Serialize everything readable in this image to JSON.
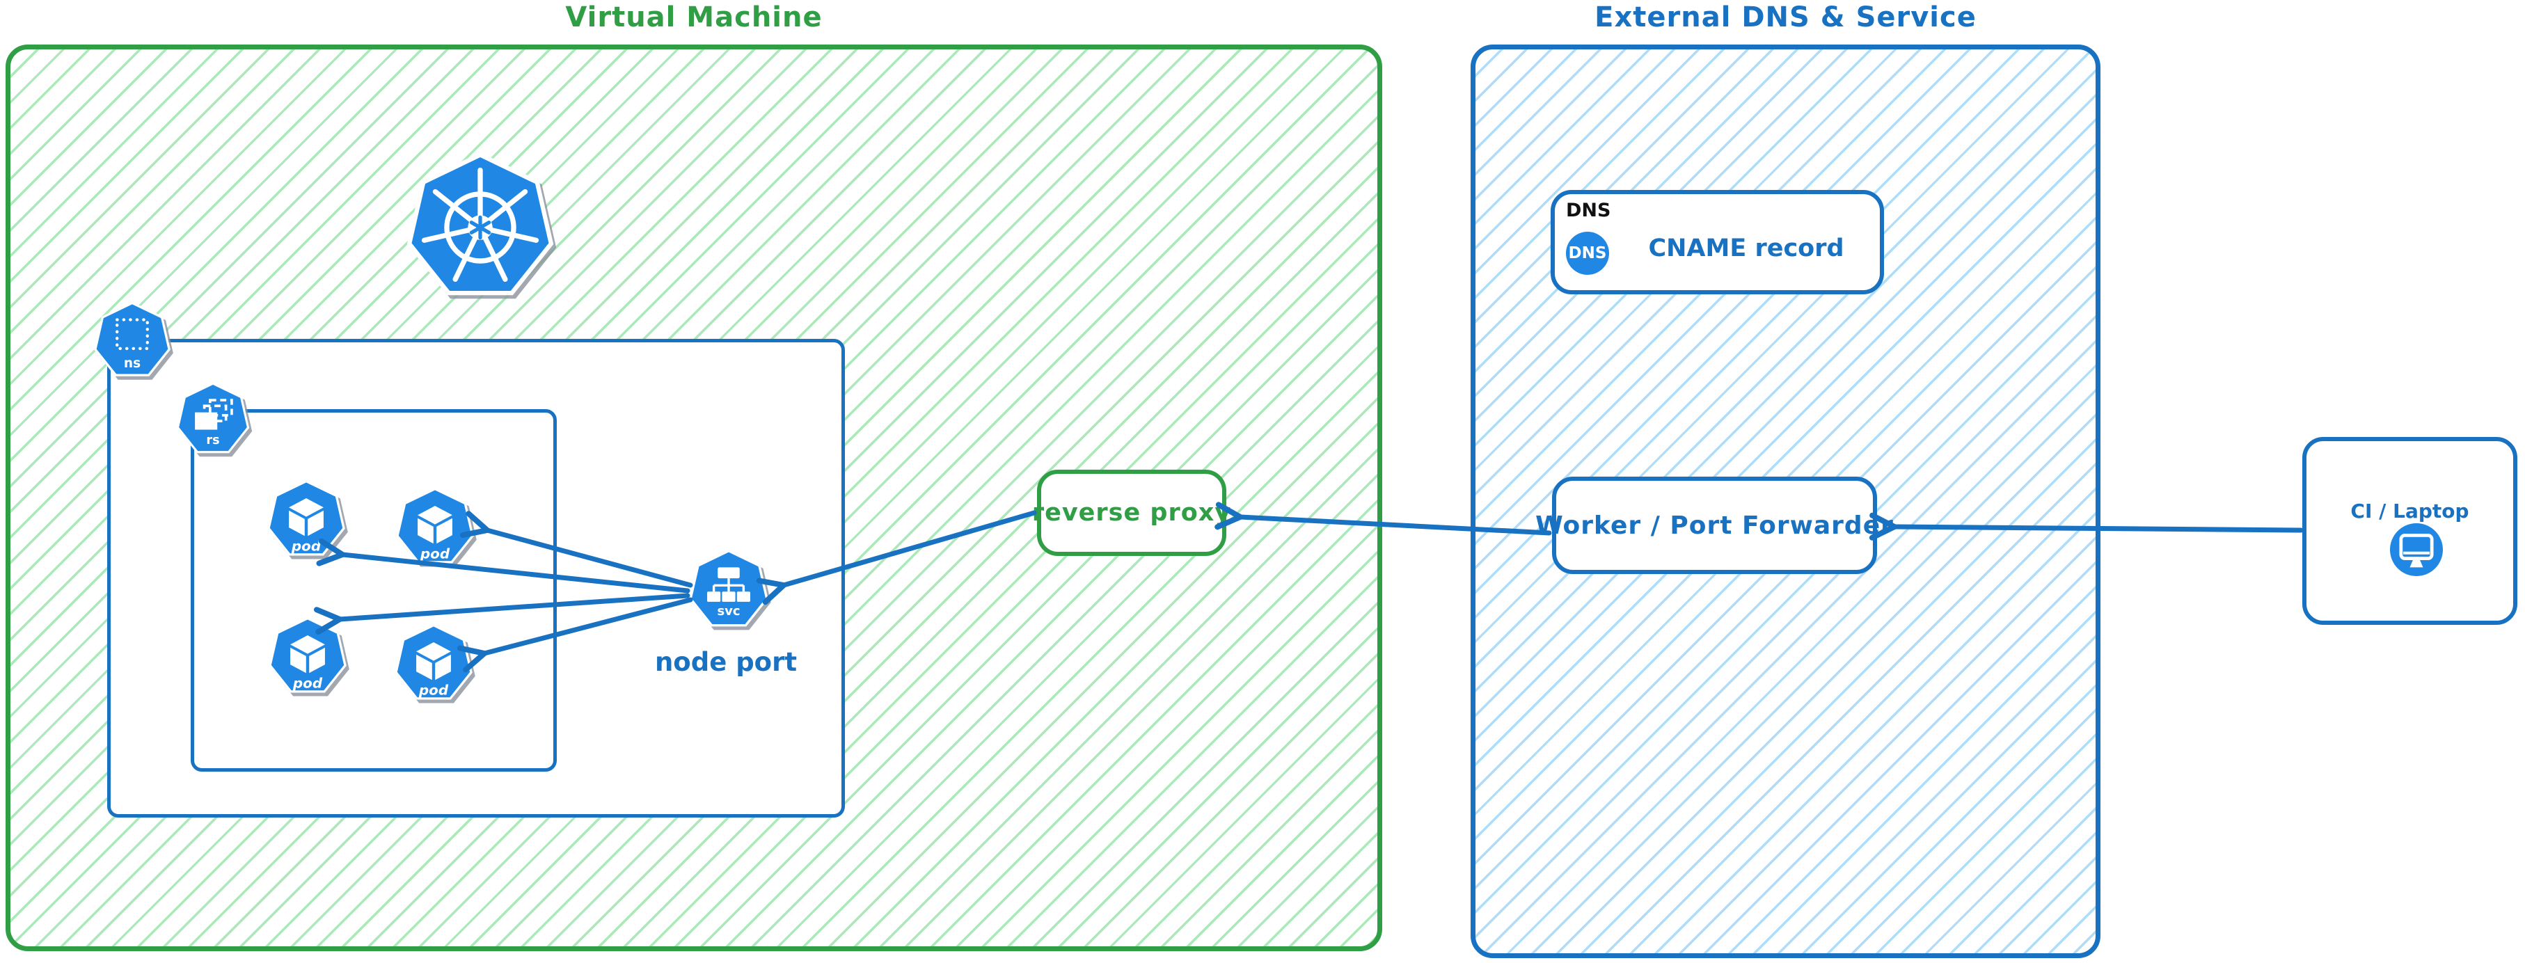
{
  "colors": {
    "green_stroke": "#2f9e44",
    "green_hatch": "#abe8ba",
    "blue_stroke": "#1971c2",
    "blue_hatch": "#aedcf9",
    "icon_blue": "#2088e4",
    "heading_black": "#111111"
  },
  "vm": {
    "title": "Virtual Machine",
    "namespace_badge": "ns",
    "replicaset_badge": "rs",
    "pods": [
      {
        "label": "pod"
      },
      {
        "label": "pod"
      },
      {
        "label": "pod"
      },
      {
        "label": "pod"
      }
    ],
    "service": {
      "badge": "svc",
      "caption": "node port"
    },
    "reverse_proxy_label": "reverse proxy"
  },
  "external": {
    "title": "External DNS & Service",
    "dns": {
      "heading": "DNS",
      "badge": "DNS",
      "label": "CNAME record"
    },
    "worker_label": "Worker / Port Forwarder"
  },
  "client": {
    "label": "CI / Laptop"
  },
  "icons": {
    "kubernetes": "heptagon-ship-wheel",
    "namespace": "heptagon-dotted-square",
    "replicaset": "heptagon-stacked-rects",
    "pod": "heptagon-cube",
    "service": "heptagon-tree",
    "dns_badge": "blue-circle",
    "laptop": "monitor-in-circle"
  }
}
